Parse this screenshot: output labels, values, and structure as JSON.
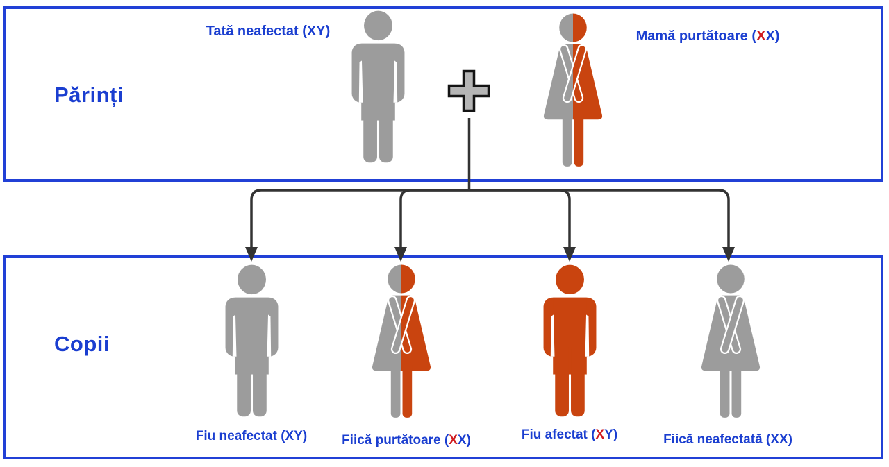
{
  "colors": {
    "box_border_blue": "#2140d6",
    "text_blue": "#1a3ed0",
    "carrier_red_x": "#d01b20",
    "affected_orange": "#c9440f",
    "unaffected_gray": "#9c9c9c",
    "arrow_dark": "#333333",
    "plus_fill": "#b5b5b5",
    "plus_stroke": "#141414"
  },
  "parents_box": {
    "label": "Părinți",
    "father_label": {
      "pre": "Tată neafectat (XY)",
      "red": "",
      "post": ""
    },
    "mother_label": {
      "pre": "Mamă purtătoare (",
      "red": "X",
      "post": "X)"
    },
    "father_figure": {
      "figure": "male",
      "coloring": "gray"
    },
    "mother_figure": {
      "figure": "female",
      "coloring": "half"
    }
  },
  "union": {
    "icon": "plus-icon"
  },
  "children_box": {
    "label": "Copii",
    "children": [
      {
        "label": {
          "pre": "Fiu neafectat (XY)",
          "red": "",
          "post": ""
        },
        "figure": "male",
        "coloring": "gray"
      },
      {
        "label": {
          "pre": "Fiică purtătoare (",
          "red": "X",
          "post": "X)"
        },
        "figure": "female",
        "coloring": "half"
      },
      {
        "label": {
          "pre": "Fiu afectat (",
          "red": "X",
          "post": "Y)"
        },
        "figure": "male",
        "coloring": "orange"
      },
      {
        "label": {
          "pre": "Fiică neafectată (XX)",
          "red": "",
          "post": ""
        },
        "figure": "female",
        "coloring": "gray"
      }
    ]
  },
  "legend_semantics": {
    "gray": "unaffected",
    "half": "carrier",
    "orange": "affected"
  }
}
